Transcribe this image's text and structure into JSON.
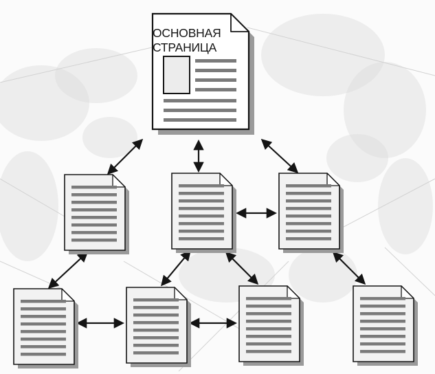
{
  "main_page": {
    "title_line1": "ОСНОВНАЯ",
    "title_line2": "СТРАНИЦА"
  },
  "colors": {
    "ink": "#141414",
    "page_fill": "#f2f2f2",
    "shadow": "#9a9a9a",
    "text_bars": "#7a7a7a",
    "background_sketch": "#dcdcdc"
  },
  "diagram": {
    "nodes": [
      {
        "id": "main",
        "kind": "main-page"
      },
      {
        "id": "l1-left",
        "kind": "page"
      },
      {
        "id": "l1-center",
        "kind": "page"
      },
      {
        "id": "l1-right",
        "kind": "page"
      },
      {
        "id": "l2-1",
        "kind": "page"
      },
      {
        "id": "l2-2",
        "kind": "page"
      },
      {
        "id": "l2-3",
        "kind": "page"
      },
      {
        "id": "l2-4",
        "kind": "page"
      }
    ],
    "links": [
      {
        "from": "main",
        "to": "l1-left",
        "direction": "both"
      },
      {
        "from": "main",
        "to": "l1-center",
        "direction": "both"
      },
      {
        "from": "main",
        "to": "l1-right",
        "direction": "both"
      },
      {
        "from": "l1-center",
        "to": "l1-right",
        "direction": "both"
      },
      {
        "from": "l1-left",
        "to": "l2-1",
        "direction": "both"
      },
      {
        "from": "l1-center",
        "to": "l2-2",
        "direction": "both"
      },
      {
        "from": "l1-center",
        "to": "l2-3",
        "direction": "both"
      },
      {
        "from": "l1-right",
        "to": "l2-4",
        "direction": "both"
      },
      {
        "from": "l2-1",
        "to": "l2-2",
        "direction": "both"
      },
      {
        "from": "l2-2",
        "to": "l2-3",
        "direction": "both"
      }
    ]
  }
}
